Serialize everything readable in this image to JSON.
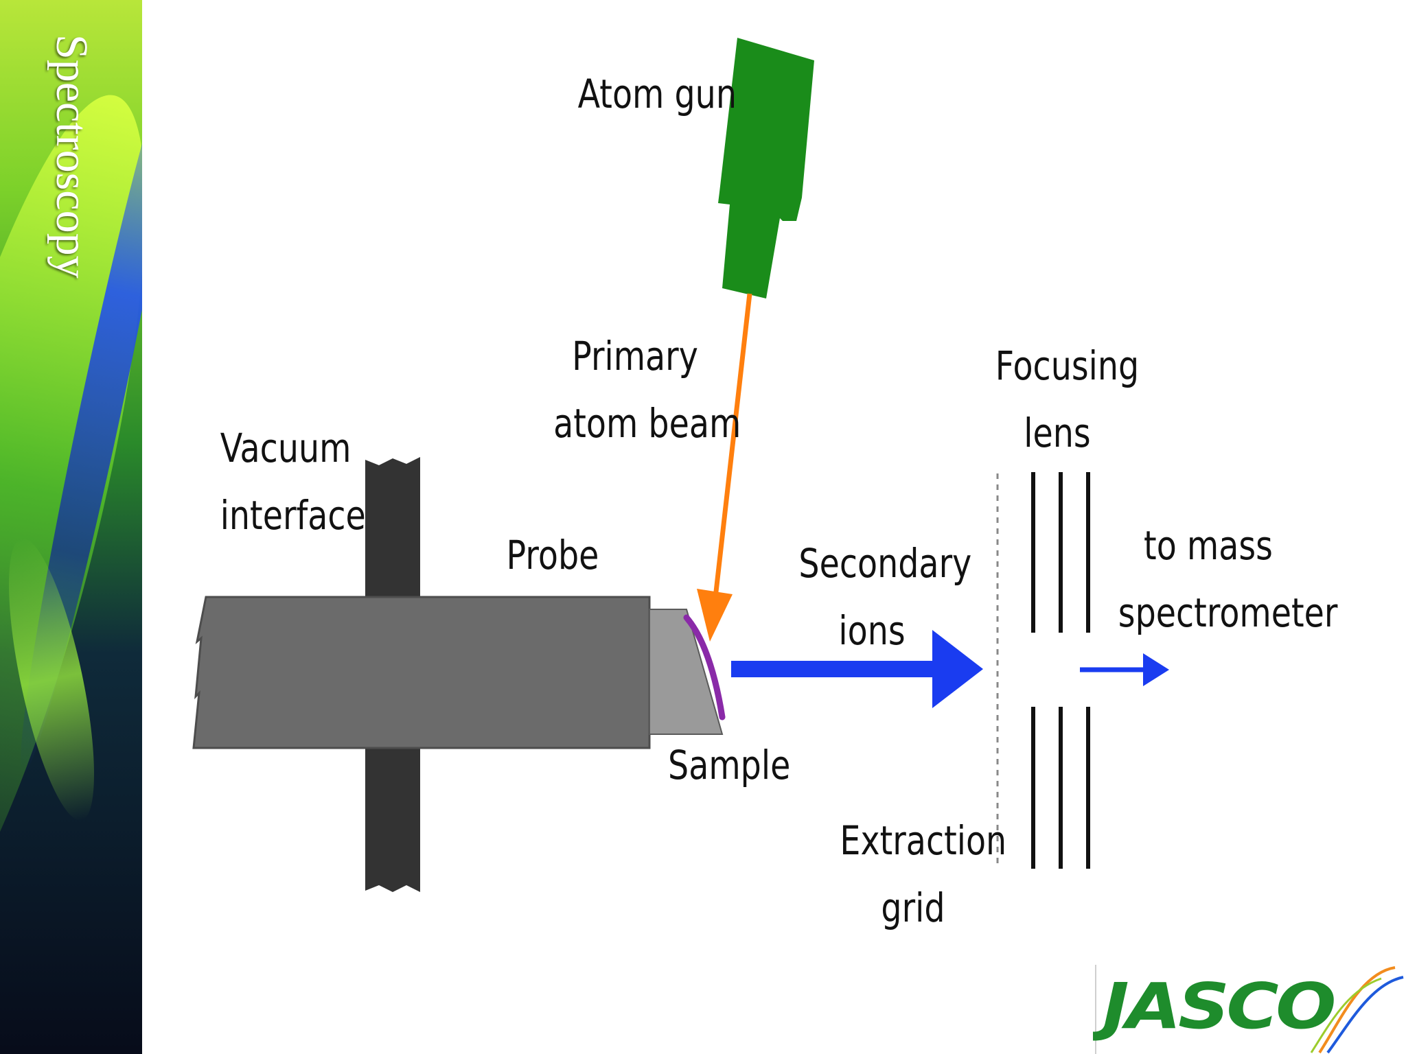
{
  "slide": {
    "side_title": "Spectroscopy"
  },
  "labels": {
    "atom_gun": "Atom gun",
    "primary_beam_line1": "Primary",
    "primary_beam_line2": "atom beam",
    "vacuum_line1": "Vacuum",
    "vacuum_line2": "interface",
    "probe": "Probe",
    "sample": "Sample",
    "secondary_line1": "Secondary",
    "secondary_line2": "ions",
    "focusing_line1": "Focusing",
    "focusing_line2": "lens",
    "mass_line1": "to mass",
    "mass_line2": "spectrometer",
    "extraction_line1": "Extraction",
    "extraction_line2": "grid"
  },
  "logo": {
    "text": "JASCO"
  },
  "colors": {
    "atom_gun": "#1a8c1a",
    "primary_beam": "#ff7f0e",
    "secondary_ions": "#1a3cf0",
    "probe": "#6b6b6b",
    "vacuum_wall": "#333333",
    "sample": "#8a2aa8"
  }
}
